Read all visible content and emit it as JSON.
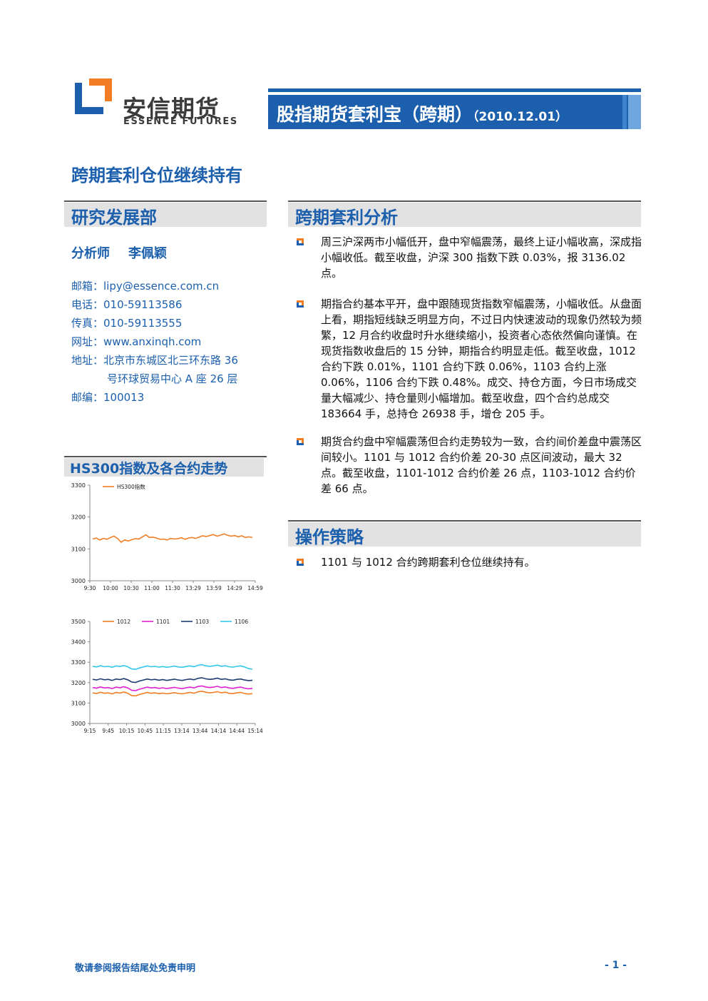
{
  "header": {
    "logo_cn": "安信期货",
    "logo_en": "ESSENCE FUTURES",
    "banner_title": "股指期货套利宝（跨期）",
    "banner_date": "（2010.12.01）"
  },
  "main_title": "跨期套利仓位继续持有",
  "left": {
    "section_title": "研究发展部",
    "analyst_label": "分析师",
    "analyst_name": "李佩颖",
    "contacts": [
      "邮箱：lipy@essence.com.cn",
      "电话：010-59113586",
      "传真：010-59113555",
      "网址：www.anxinqh.com",
      "地址：北京市东城区北三环东路 36",
      "邮编：100013"
    ],
    "address_line2": "号环球贸易中心 A 座 26 层",
    "chart_section_title": "HS300指数及各合约走势"
  },
  "right": {
    "analysis_title": "跨期套利分析",
    "paragraphs": [
      "周三沪深两市小幅低开，盘中窄幅震荡，最终上证小幅收高，深成指小幅收低。截至收盘，沪深 300 指数下跌 0.03%，报 3136.02 点。",
      "期指合约基本平开，盘中跟随现货指数窄幅震荡，小幅收低。从盘面上看，期指短线缺乏明显方向，不过日内快速波动的现象仍然较为频繁，12 月合约收盘时升水继续缩小，投资者心态依然偏向谨慎。在现货指数收盘后的 15 分钟，期指合约明显走低。截至收盘，1012 合约下跌 0.01%，1101 合约下跌 0.06%，1103 合约上涨 0.06%，1106 合约下跌 0.48%。成交、持仓方面，今日市场成交量大幅减少、持仓量则小幅增加。截至收盘，四个合约总成交 183664 手，总持仓 26938 手，增仓 205 手。",
      "期货合约盘中窄幅震荡但合约走势较为一致，合约间价差盘中震荡区间较小。1101 与 1012 合约价差 20-30 点区间波动，最大 32 点。截至收盘，1101-1012 合约价差 26 点，1103-1012 合约价差 66 点。"
    ],
    "strategy_title": "操作策略",
    "strategy_text": "1101 与 1012 合约跨期套利仓位继续持有。"
  },
  "colors": {
    "brand_blue": "#1b5fad",
    "hs300": "#f07d23",
    "c1012": "#f07d23",
    "c1101": "#e020d0",
    "c1103": "#1b3c70",
    "c1106": "#33c8e8"
  },
  "chart_data": [
    {
      "type": "line",
      "ylim": [
        3000,
        3300
      ],
      "yticks": [
        "3300",
        "3200",
        "3100",
        "3000"
      ],
      "xticks": [
        "9:30",
        "10:00",
        "10:30",
        "11:00",
        "11:30",
        "13:29",
        "13:59",
        "14:29",
        "14:59"
      ],
      "series": [
        {
          "name": "HS300指数",
          "values": [
            3131,
            3134,
            3128,
            3133,
            3130,
            3136,
            3140,
            3133,
            3121,
            3128,
            3125,
            3129,
            3132,
            3131,
            3138,
            3144,
            3136,
            3137,
            3134,
            3130,
            3131,
            3128,
            3133,
            3131,
            3132,
            3135,
            3130,
            3134,
            3136,
            3133,
            3137,
            3141,
            3139,
            3142,
            3145,
            3140,
            3143,
            3147,
            3143,
            3140,
            3142,
            3138,
            3141,
            3136,
            3138,
            3136
          ]
        }
      ]
    },
    {
      "type": "line",
      "ylim": [
        3000,
        3500
      ],
      "yticks": [
        "3500",
        "3400",
        "3300",
        "3200",
        "3100",
        "3000"
      ],
      "xticks": [
        "9:15",
        "9:45",
        "10:15",
        "10:45",
        "11:15",
        "13:14",
        "13:44",
        "14:14",
        "14:44",
        "15:14"
      ],
      "series": [
        {
          "name": "1012",
          "values": [
            3150,
            3147,
            3153,
            3148,
            3150,
            3145,
            3152,
            3149,
            3154,
            3148,
            3137,
            3135,
            3142,
            3147,
            3152,
            3148,
            3150,
            3146,
            3149,
            3145,
            3148,
            3151,
            3147,
            3145,
            3149,
            3152,
            3148,
            3155,
            3158,
            3153,
            3150,
            3152,
            3156,
            3150,
            3153,
            3148,
            3146,
            3150,
            3152,
            3147,
            3144,
            3146
          ]
        },
        {
          "name": "1101",
          "values": [
            3176,
            3173,
            3179,
            3174,
            3176,
            3171,
            3178,
            3175,
            3180,
            3174,
            3163,
            3161,
            3168,
            3173,
            3178,
            3174,
            3176,
            3172,
            3175,
            3171,
            3174,
            3177,
            3173,
            3171,
            3175,
            3178,
            3174,
            3181,
            3184,
            3179,
            3176,
            3178,
            3182,
            3176,
            3179,
            3174,
            3172,
            3176,
            3178,
            3173,
            3170,
            3172
          ]
        },
        {
          "name": "1103",
          "values": [
            3216,
            3213,
            3219,
            3214,
            3216,
            3211,
            3218,
            3215,
            3220,
            3214,
            3203,
            3201,
            3208,
            3213,
            3218,
            3214,
            3216,
            3212,
            3215,
            3211,
            3214,
            3217,
            3213,
            3211,
            3215,
            3218,
            3214,
            3221,
            3224,
            3219,
            3216,
            3218,
            3222,
            3216,
            3219,
            3214,
            3212,
            3216,
            3218,
            3213,
            3210,
            3212
          ]
        },
        {
          "name": "1106",
          "values": [
            3280,
            3277,
            3283,
            3278,
            3280,
            3275,
            3282,
            3279,
            3284,
            3278,
            3267,
            3265,
            3272,
            3277,
            3282,
            3278,
            3280,
            3276,
            3279,
            3275,
            3278,
            3281,
            3277,
            3275,
            3279,
            3282,
            3278,
            3285,
            3288,
            3283,
            3280,
            3282,
            3286,
            3280,
            3283,
            3278,
            3276,
            3280,
            3282,
            3277,
            3269,
            3266
          ]
        }
      ]
    }
  ],
  "footer": {
    "disclaimer": "敬请参阅报告结尾处免责申明",
    "page": "- 1 -"
  }
}
